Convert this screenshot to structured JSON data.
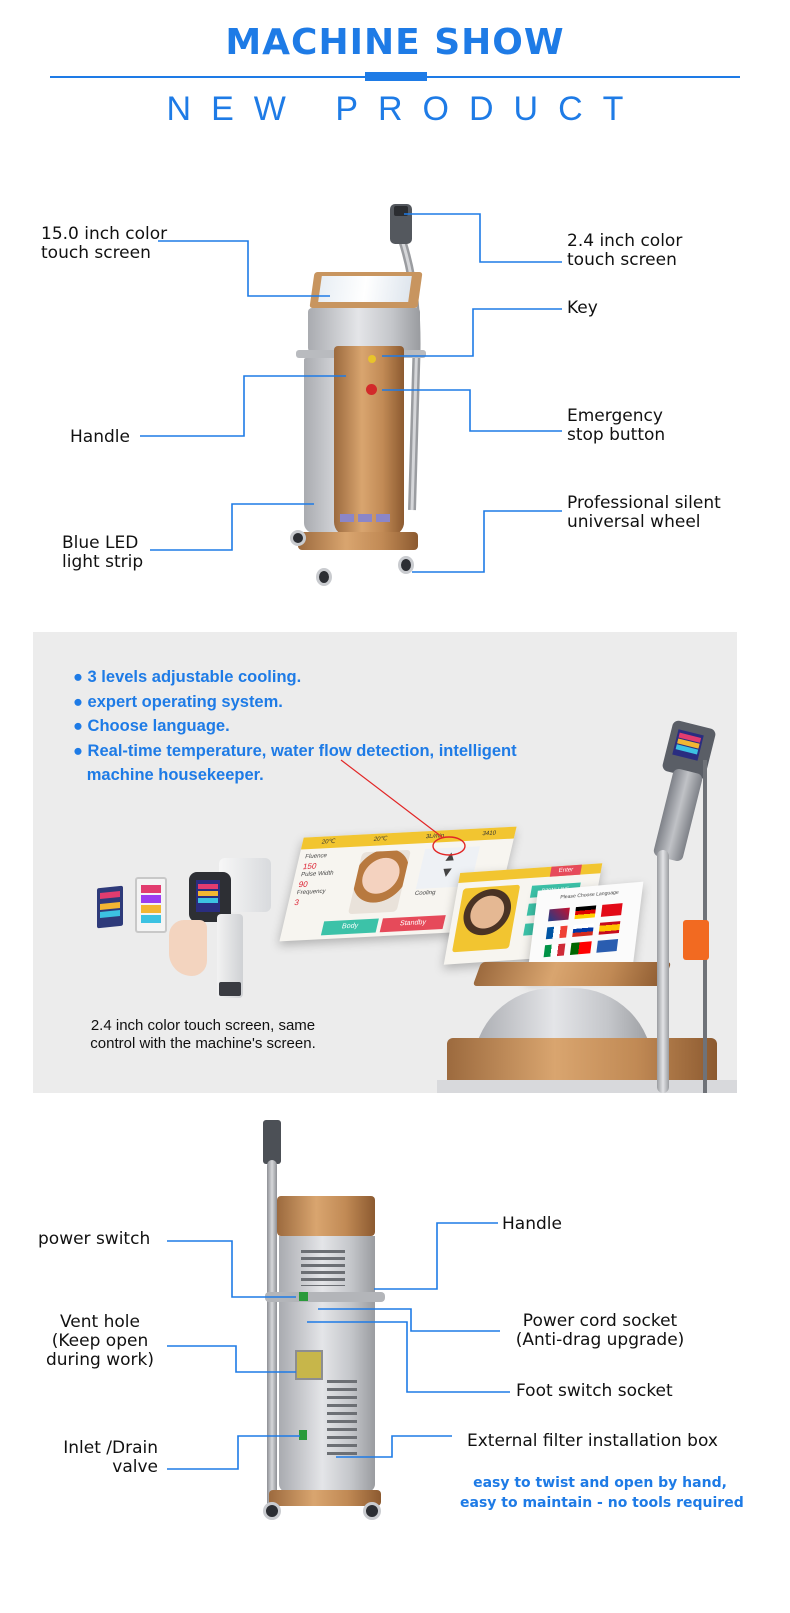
{
  "header": {
    "title": "MACHINE SHOW",
    "subtitle": "NEW PRODUCT"
  },
  "front_view": {
    "labels": {
      "screen15": [
        "15.0 inch color",
        "touch screen"
      ],
      "screen24": [
        "2.4 inch color",
        "touch screen"
      ],
      "key": "Key",
      "handle": "Handle",
      "emergency": [
        "Emergency",
        "stop button"
      ],
      "led": [
        "Blue LED",
        "light strip"
      ],
      "wheel": [
        "Professional silent",
        "universal wheel"
      ]
    }
  },
  "features": {
    "items": [
      "● 3 levels adjustable cooling.",
      "● expert operating system.",
      "● Choose language.",
      "● Real-time temperature, water flow detection, intelligent",
      "   machine housekeeper."
    ],
    "caption": [
      "2.4 inch color  touch screen, same",
      "control with the machine's screen."
    ],
    "ui_mock": {
      "tabs": [
        "20℃",
        "20℃",
        "3L/min",
        "3410"
      ],
      "params": [
        "Fluence",
        "150",
        "Pulse Width",
        "90",
        "Frequency",
        "3"
      ],
      "cooling": "Cooling",
      "buttons": [
        "Body",
        "Standby",
        "Enter",
        "BIKINI LINE",
        "BODY",
        "LEGS"
      ],
      "language_title": "Please Choose Language"
    }
  },
  "back_view": {
    "labels": {
      "power_switch": "power switch",
      "handle": "Handle",
      "vent": [
        "Vent hole",
        "(Keep open",
        "during work)"
      ],
      "power_cord": [
        "Power cord socket",
        "(Anti-drag upgrade)"
      ],
      "foot_switch": "Foot switch socket",
      "inlet": [
        "Inlet /Drain",
        "valve"
      ],
      "filter": "External filter installation box"
    },
    "notes": [
      "easy to twist and open by hand,",
      "easy to maintain - no tools required"
    ]
  },
  "colors": {
    "accent": "#1e7be6",
    "panel_bg": "#ececec",
    "gold": "#c18a55",
    "grey": "#c4c6ca"
  }
}
